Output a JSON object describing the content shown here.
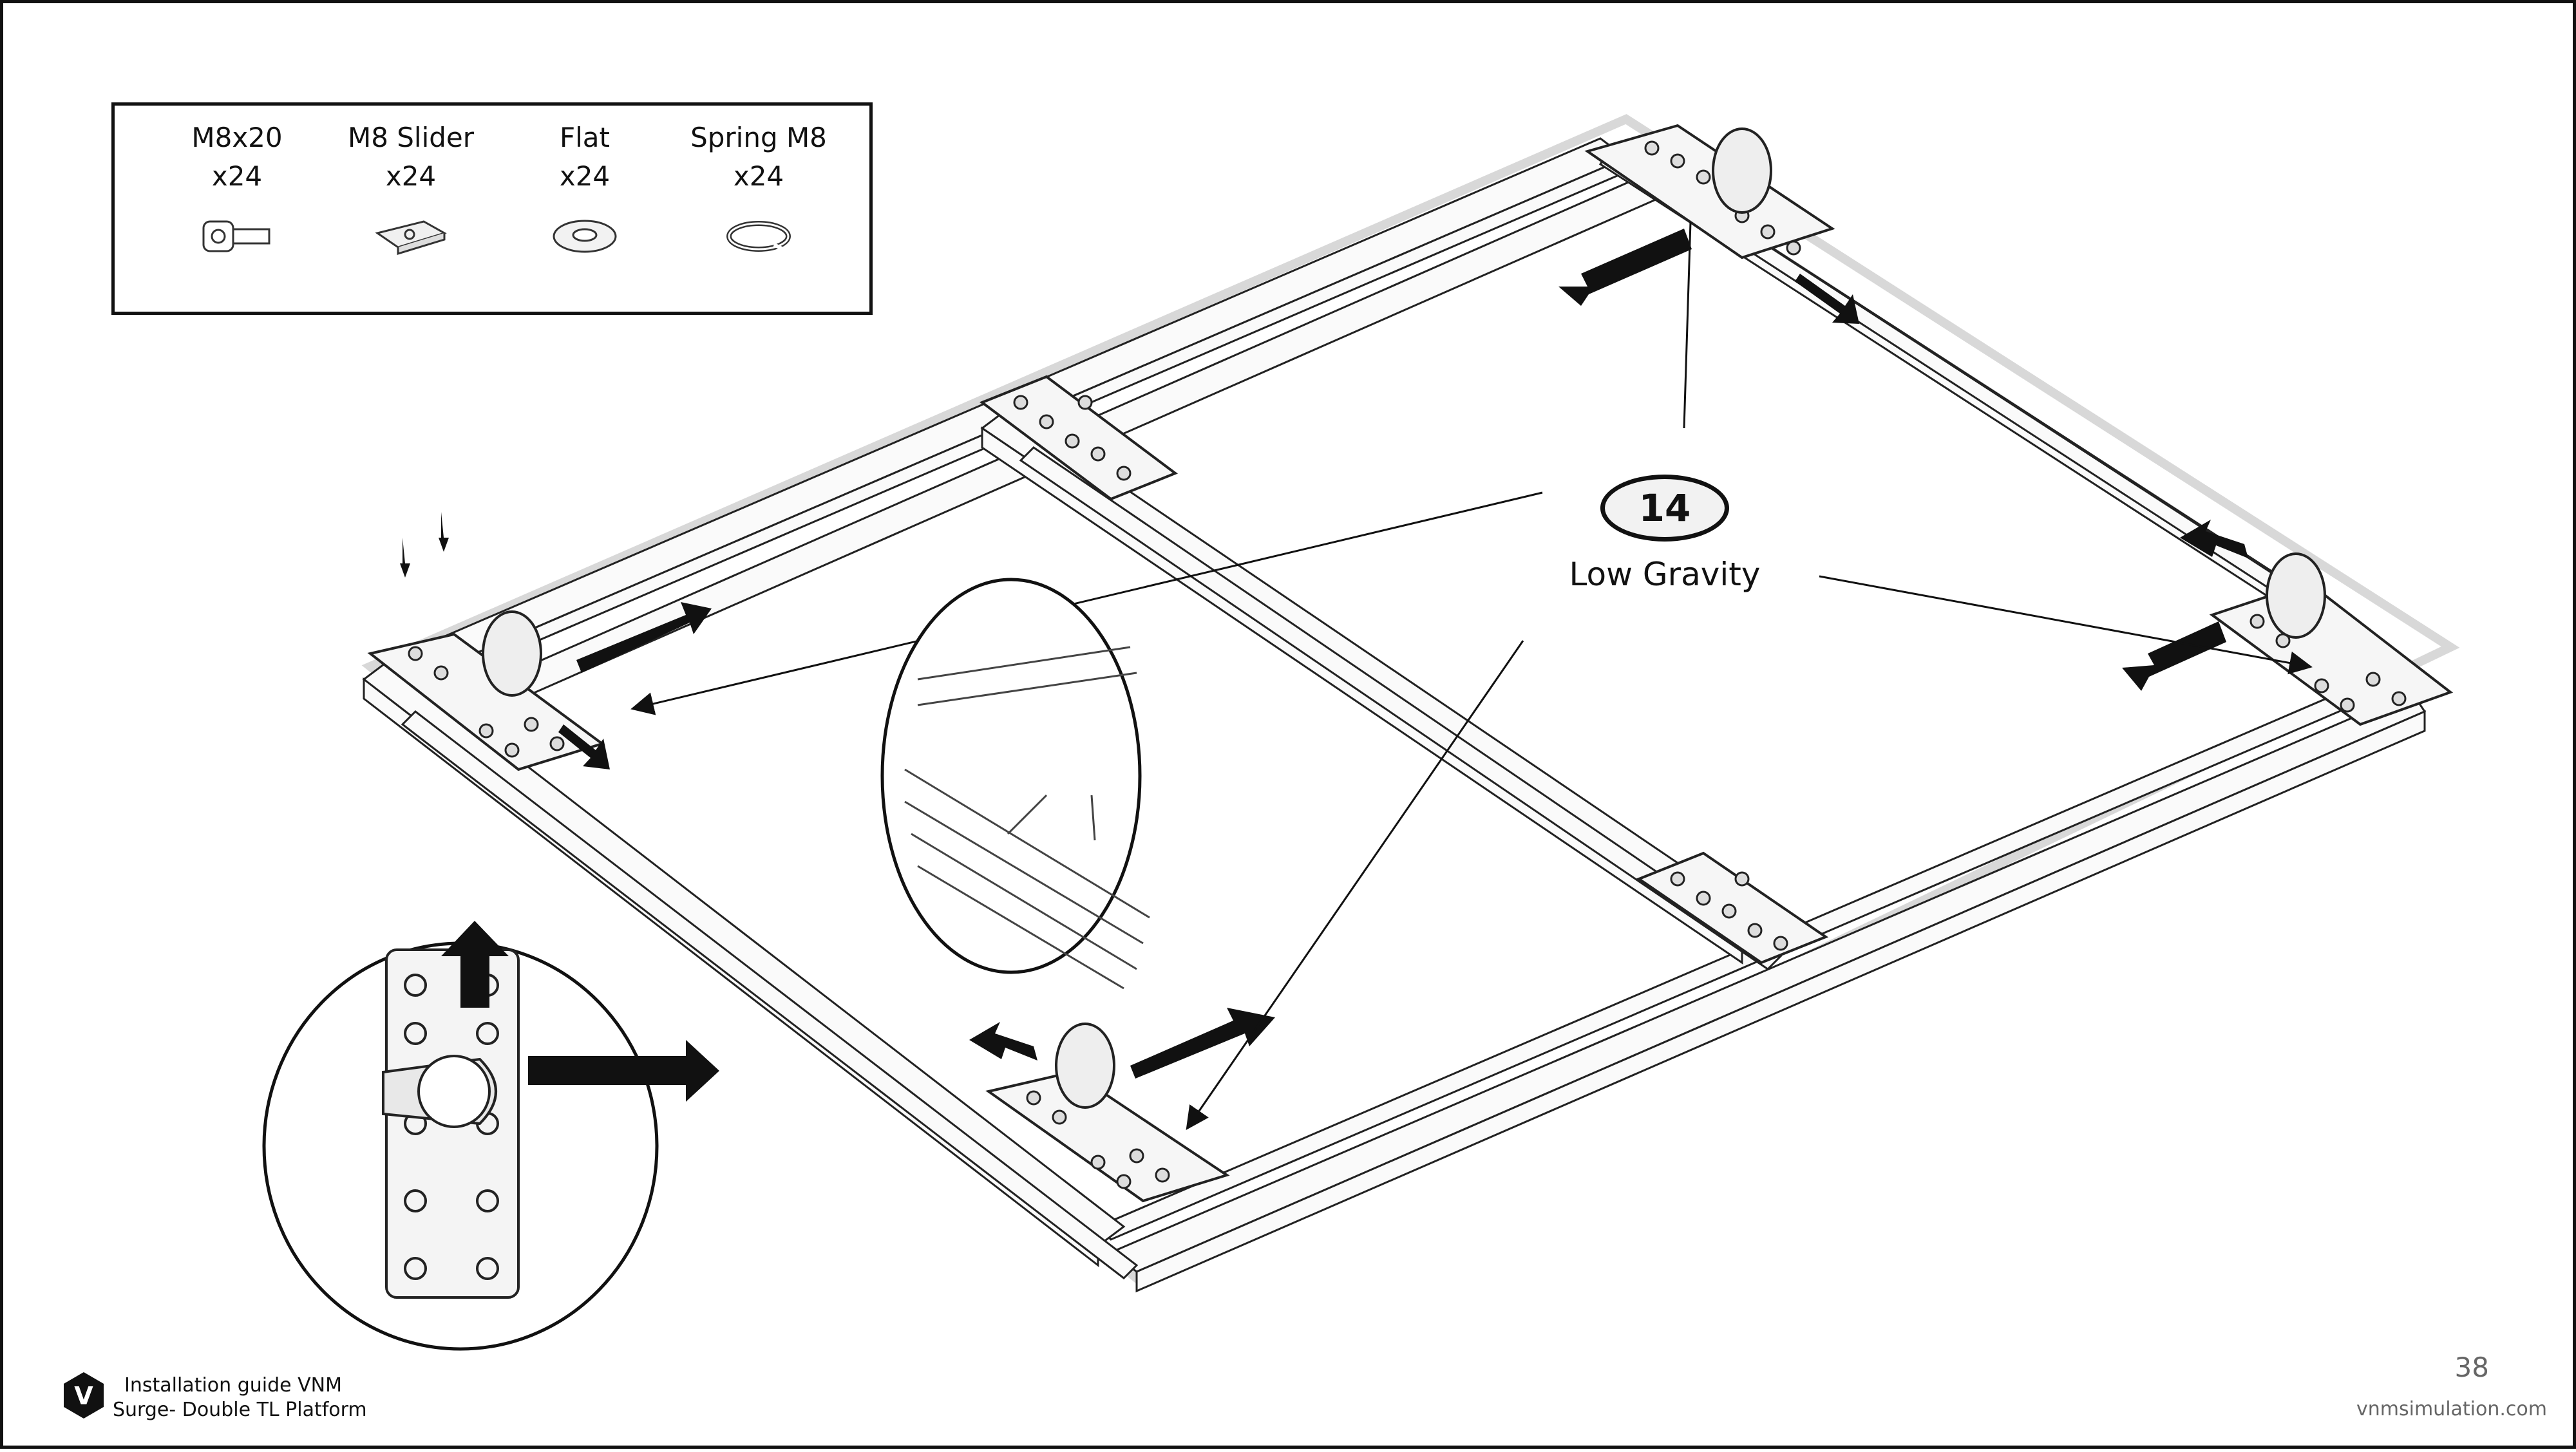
{
  "parts": [
    {
      "name": "M8x20",
      "qty": "x24",
      "icon": "bolt-icon"
    },
    {
      "name": "M8 Slider",
      "qty": "x24",
      "icon": "slider-nut-icon"
    },
    {
      "name": "Flat",
      "qty": "x24",
      "icon": "flat-washer-icon"
    },
    {
      "name": "Spring M8",
      "qty": "x24",
      "icon": "spring-washer-icon"
    }
  ],
  "step": {
    "number": "14",
    "label": "Low Gravity"
  },
  "footer": {
    "line1": "Installation guide VNM",
    "line2": "Surge- Double TL Platform",
    "page_number": "38",
    "website": "vnmsimulation.com",
    "logo_letter": "V"
  }
}
